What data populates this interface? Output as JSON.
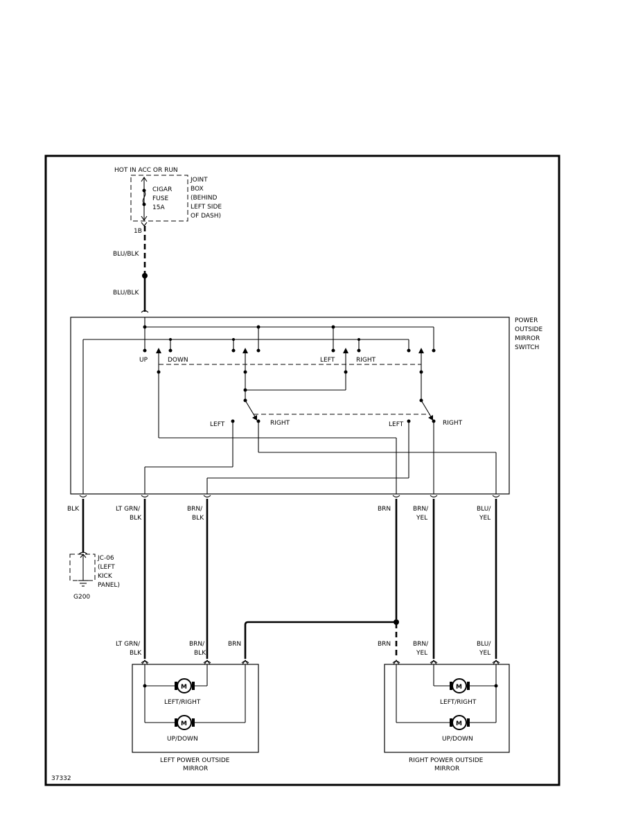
{
  "power_source": "HOT IN ACC OR RUN",
  "joint_box": [
    "JOINT",
    "BOX",
    "(BEHIND",
    "LEFT SIDE",
    "OF DASH)"
  ],
  "fuse": [
    "CIGAR",
    "FUSE",
    "15A"
  ],
  "connector_1b": "1B",
  "wire_blu_blk": "BLU/BLK",
  "switch": {
    "title": [
      "POWER",
      "OUTSIDE",
      "MIRROR",
      "SWITCH"
    ],
    "up": "UP",
    "down": "DOWN",
    "left": "LEFT",
    "right": "RIGHT"
  },
  "switch_outputs": {
    "blk": "BLK",
    "lt_grn_blk": [
      "LT GRN/",
      "BLK"
    ],
    "brn_blk": [
      "BRN/",
      "BLK"
    ],
    "brn": "BRN",
    "brn_yel": [
      "BRN/",
      "YEL"
    ],
    "blu_yel": [
      "BLU/",
      "YEL"
    ]
  },
  "ground": {
    "connector": [
      "JC-06",
      "(LEFT",
      "KICK",
      "PANEL)"
    ],
    "name": "G200"
  },
  "motors": {
    "symbol": "M",
    "left_right": "LEFT/RIGHT",
    "up_down": "UP/DOWN"
  },
  "left_mirror": [
    "LEFT POWER OUTSIDE",
    "MIRROR"
  ],
  "right_mirror": [
    "RIGHT POWER OUTSIDE",
    "MIRROR"
  ],
  "diagram_id": "37332"
}
